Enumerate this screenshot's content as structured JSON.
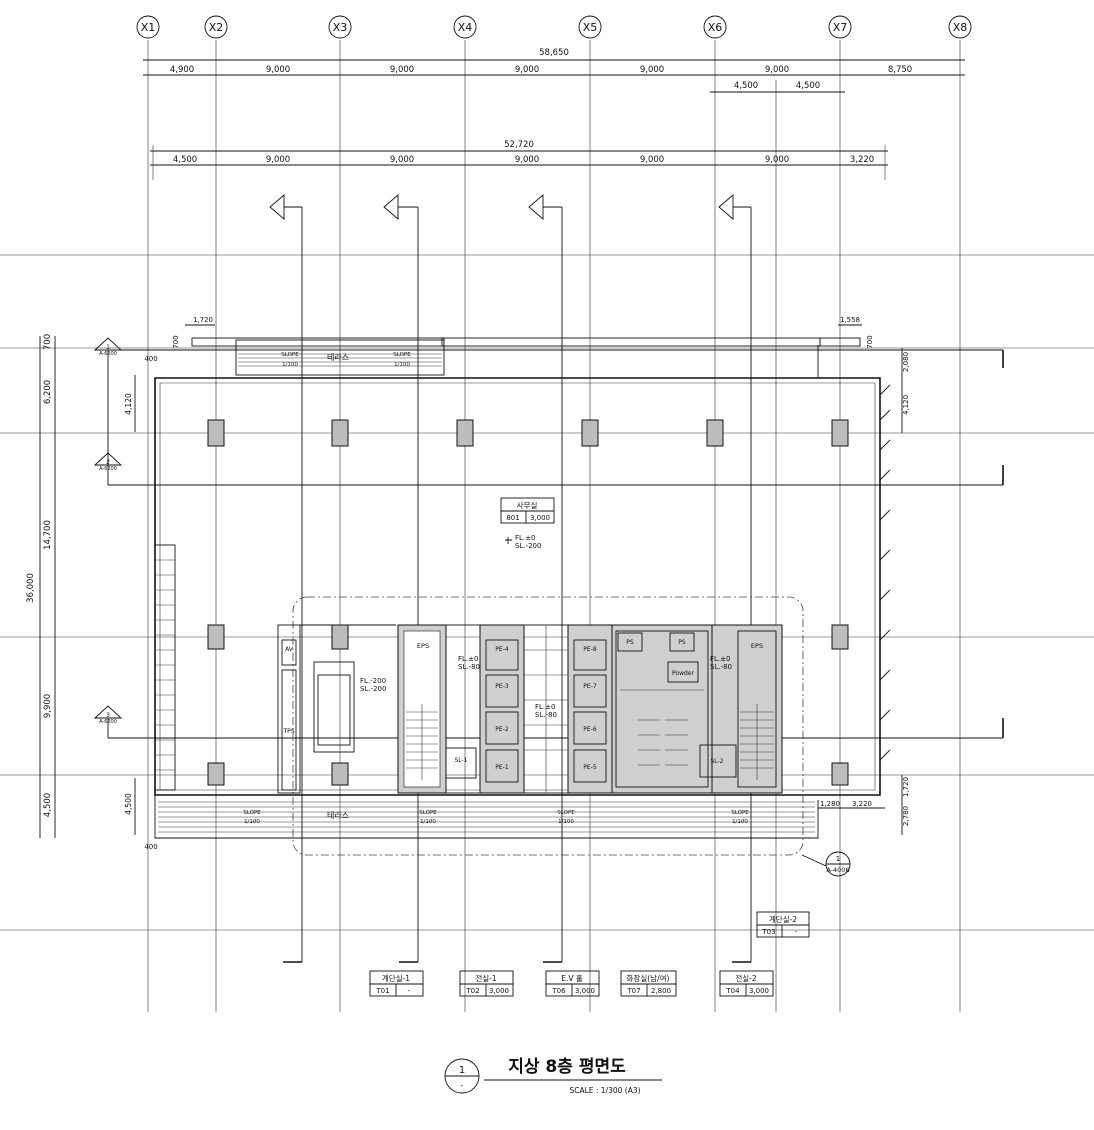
{
  "grid": {
    "x_labels": [
      "X1",
      "X2",
      "X3",
      "X4",
      "X5",
      "X6",
      "X7",
      "X8"
    ]
  },
  "dimensions": {
    "total_top": "58,650",
    "top_segments": [
      "4,900",
      "9,000",
      "9,000",
      "9,000",
      "9,000",
      "9,000",
      "8,750"
    ],
    "sub_segments": [
      "4,500",
      "4,500"
    ],
    "total_inner": "52,720",
    "inner_segments": [
      "4,500",
      "9,000",
      "9,000",
      "9,000",
      "9,000",
      "9,000",
      "3,220"
    ],
    "left_outer": [
      "700",
      "6,200",
      "14,700",
      "9,900",
      "4,500"
    ],
    "left_total": "36,000",
    "left_inner": [
      "4,120",
      "4,500"
    ],
    "misc": [
      "1,720",
      "1,558",
      "700",
      "700",
      "400",
      "400",
      "2,080",
      "4,120",
      "1,720",
      "2,780",
      "1,280",
      "3,220"
    ]
  },
  "room_tags": {
    "office": {
      "name": "사무실",
      "code": "801",
      "height": "3,000"
    },
    "stair1": {
      "name": "계단실-1",
      "code": "T01",
      "height": "-"
    },
    "anteroom1": {
      "name": "전실-1",
      "code": "T02",
      "height": "3,000"
    },
    "ev_hall": {
      "name": "E.V 홀",
      "code": "T06",
      "height": "3,000"
    },
    "toilet": {
      "name": "화장실(남/여)",
      "code": "T07",
      "height": "2,800"
    },
    "anteroom2": {
      "name": "전실-2",
      "code": "T04",
      "height": "3,000"
    },
    "stair2": {
      "name": "계단실-2",
      "code": "T03",
      "height": "-"
    }
  },
  "levels": {
    "office": [
      "FL.±0",
      "SL.-200"
    ],
    "left": [
      "FL.-200",
      "SL.-200"
    ],
    "core_a": [
      "FL.±0",
      "SL.-80"
    ],
    "core_b": [
      "FL.±0",
      "SL.-80"
    ],
    "core_c": [
      "FL.±0",
      "SL.-80"
    ]
  },
  "labels": {
    "terrace": "테라스",
    "slope": "SLOPE",
    "slope_ratio": "1/100",
    "eps": "EPS",
    "ps": "PS",
    "powder": "Powder",
    "av": "AV",
    "tps": "TPS",
    "sl1": "SL-1",
    "sl2": "SL-2",
    "pe": [
      "PE-1",
      "PE-2",
      "PE-3",
      "PE-4",
      "PE-5",
      "PE-6",
      "PE-7",
      "PE-8"
    ]
  },
  "section_markers": {
    "ref_num": "1",
    "ref_sheet": "A-4006",
    "left_markers": [
      "1",
      "2",
      "3"
    ]
  },
  "title": {
    "number": "1",
    "dash": "-",
    "name": "지상 8층 평면도",
    "scale": "SCALE : 1/300 (A3)"
  }
}
